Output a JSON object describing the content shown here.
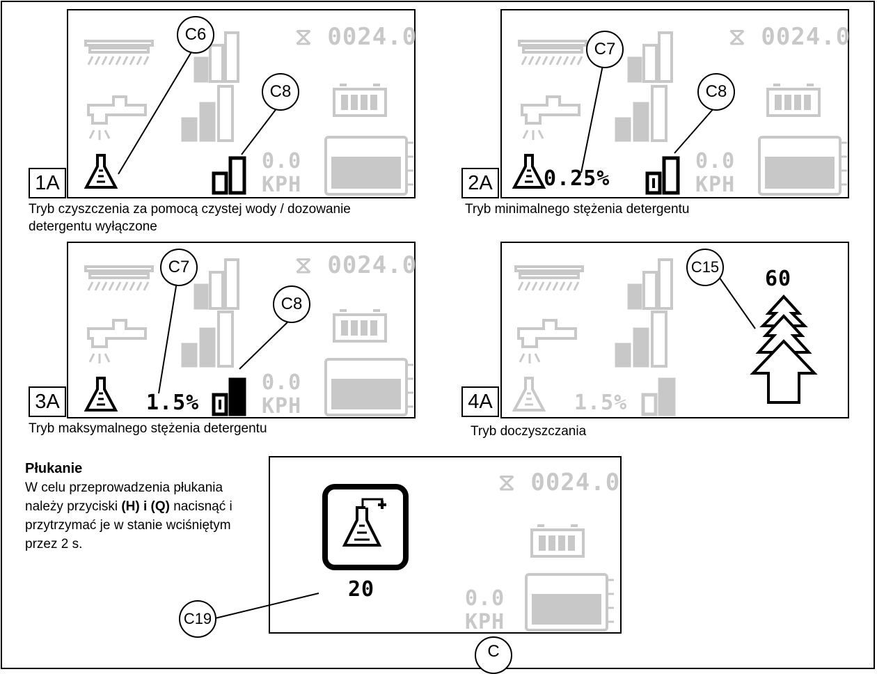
{
  "colors": {
    "active": "#000000",
    "inactive": "#c8c8c8",
    "background": "#ffffff"
  },
  "icons": [
    "brush-deck-icon",
    "water-tap-icon",
    "detergent-flask-icon",
    "level-bars-icon",
    "battery-icon",
    "tank-level-icon",
    "hourglass-icon",
    "boost-arrow-icon",
    "rinse-flask-icon"
  ],
  "common": {
    "hour_meter": "0024.0",
    "speed_value": "0.0",
    "speed_unit": "KPH"
  },
  "panels": [
    {
      "tag": "1A",
      "caption_line1": "Tryb czyszczenia za pomocą czystej wody / dozowanie",
      "caption_line2": "detergentu wyłączone",
      "callout_a": "C6",
      "callout_b": "C8",
      "percent": ""
    },
    {
      "tag": "2A",
      "caption_line1": "Tryb minimalnego stężenia detergentu",
      "caption_line2": "",
      "callout_a": "C7",
      "callout_b": "C8",
      "percent": "0.25%"
    },
    {
      "tag": "3A",
      "caption_line1": "Tryb maksymalnego stężenia detergentu",
      "caption_line2": "",
      "callout_a": "C7",
      "callout_b": "C8",
      "percent": "1.5%"
    },
    {
      "tag": "4A",
      "caption_line1": "Tryb doczyszczania",
      "caption_line2": "",
      "callout_a": "C15",
      "callout_b": "",
      "percent": "1.5%",
      "boost_value": "60"
    }
  ],
  "rinse": {
    "title": "Płukanie",
    "line1": "W celu przeprowadzenia płukania",
    "line2_a": "należy przyciski ",
    "line2_b": "(H) i (Q)",
    "line2_c": " nacisnąć i",
    "line3": "przytrzymać je w stanie wciśniętym",
    "line4": "przez 2 s.",
    "countdown": "20",
    "callout": "C19"
  },
  "bottom_callout": "C"
}
